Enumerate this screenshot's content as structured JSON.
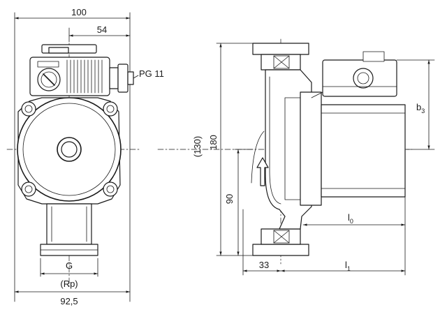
{
  "front_view": {
    "dim_width_top": "100",
    "dim_terminal": "54",
    "cable_gland": "PG 11",
    "thread_label": "G",
    "thread_note": "(Rp)",
    "dim_width_bottom": "92,5"
  },
  "side_view": {
    "dim_height_total": "180",
    "dim_height_alt": "(130)",
    "dim_half_height": "90",
    "dim_flange_offset": "33",
    "dim_b": "b",
    "dim_b_sub": "3",
    "dim_l0": "l",
    "dim_l0_sub": "0",
    "dim_l1": "l",
    "dim_l1_sub": "1"
  }
}
